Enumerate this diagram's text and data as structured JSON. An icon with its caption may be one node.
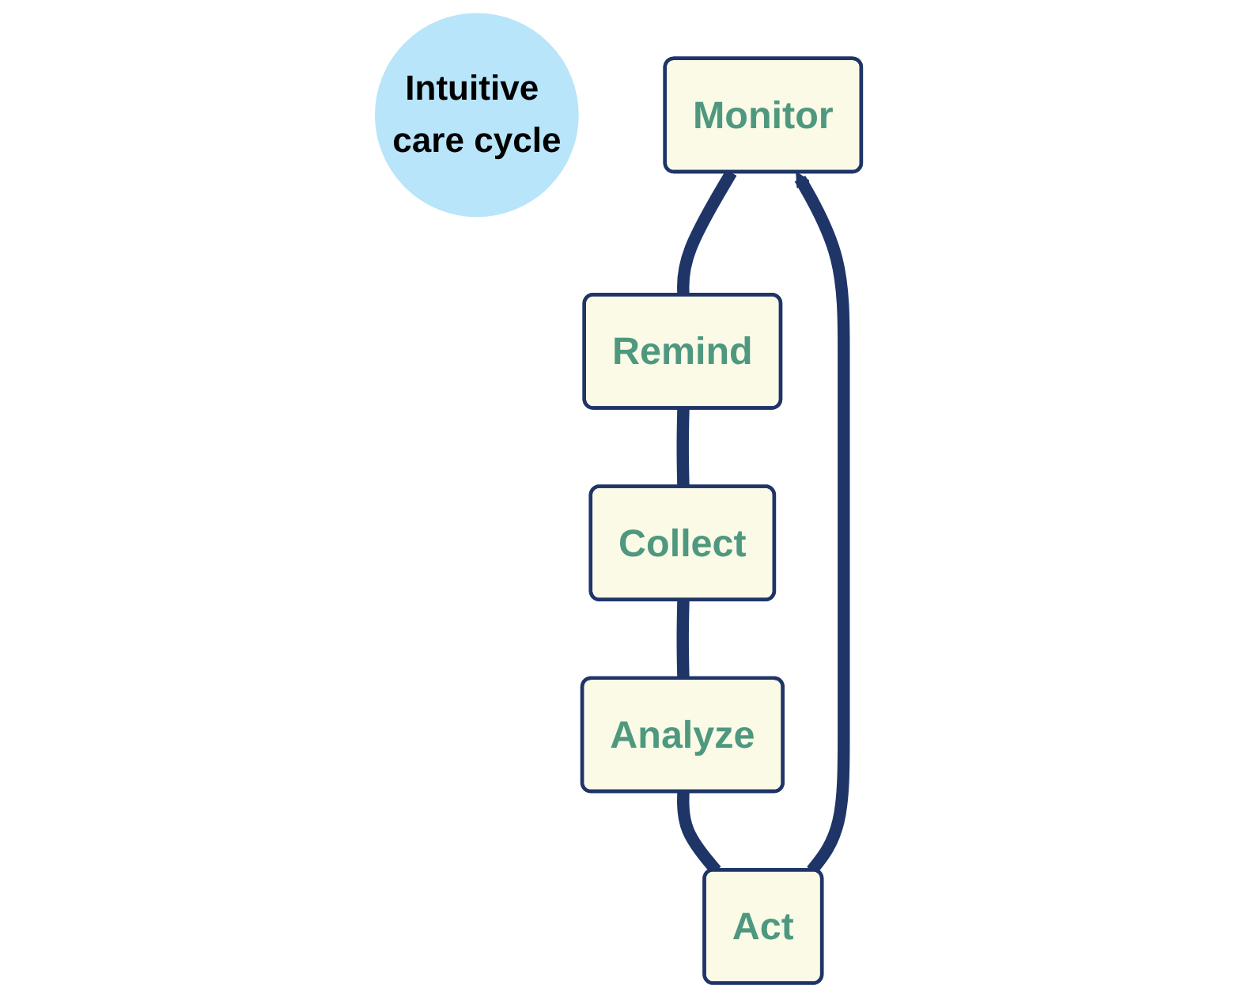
{
  "diagram": {
    "nodes": [
      {
        "text": [
          "Intuitive care cycle"
        ]
      },
      {
        "text": [
          "Monitor"
        ]
      },
      {
        "text": [
          "Remind"
        ]
      },
      {
        "text": [
          "Collect"
        ]
      },
      {
        "text": [
          "Analyze"
        ]
      },
      {
        "text": [
          "Act"
        ]
      }
    ],
    "edges": [
      {
        "from": 1,
        "to": 2,
        "arrow": "none"
      },
      {
        "from": 2,
        "to": 3,
        "arrow": "none"
      },
      {
        "from": 3,
        "to": 4,
        "arrow": "none"
      },
      {
        "from": 4,
        "to": 5,
        "arrow": "none"
      },
      {
        "from": 5,
        "to": 1,
        "arrow": "to"
      }
    ]
  }
}
